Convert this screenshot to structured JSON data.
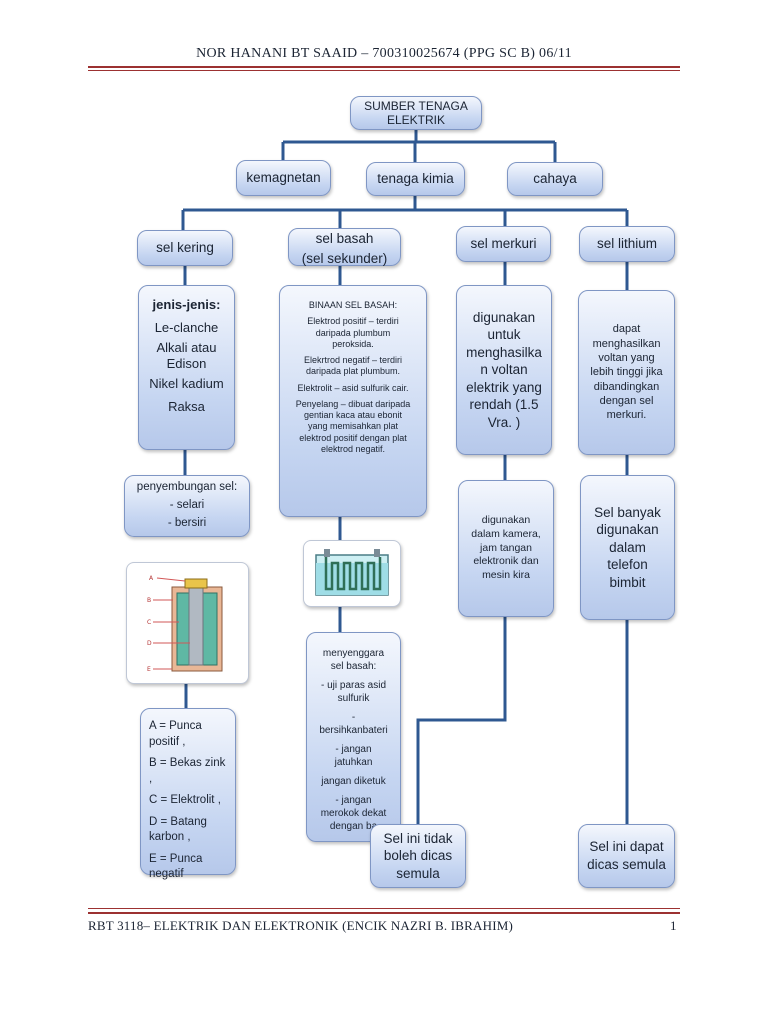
{
  "header": {
    "title": "NOR HANANI BT SAAID – 700310025674 (PPG SC B) 06/11"
  },
  "footer": {
    "course": "RBT 3118– ELEKTRIK DAN ELEKTRONIK (ENCIK NAZRI B. IBRAHIM)",
    "page": "1"
  },
  "root": {
    "line1": "SUMBER TENAGA",
    "line2": "ELEKTRIK"
  },
  "sources": {
    "kemagnetan": "kemagnetan",
    "kimia": "tenaga kimia",
    "cahaya": "cahaya"
  },
  "cells": {
    "kering": "sel kering",
    "basah_1": "sel basah",
    "basah_2": "(sel sekunder)",
    "merkuri": "sel merkuri",
    "lithium": "sel lithium"
  },
  "jenis": {
    "title": "jenis-jenis:",
    "items": [
      "Le-clanche",
      "Alkali atau",
      "Edison",
      "Nikel kadium",
      "Raksa"
    ]
  },
  "penyembungan": {
    "title": "penyembungan sel:",
    "items": [
      "- selari",
      "- bersiri"
    ]
  },
  "diagram_labels": {
    "a": "A",
    "b": "B",
    "c": "C",
    "d": "D",
    "e": "E"
  },
  "legend": [
    "A = Punca",
    "positif ,",
    "B = Bekas zink ,",
    "C = Elektrolit ,",
    "D = Batang",
    "karbon ,",
    "E = Punca",
    "negatif"
  ],
  "binaan": {
    "title": "BINAAN SEL BASAH:",
    "p1": [
      "Elektrod positif – terdiri",
      "daripada plumbum",
      "peroksida."
    ],
    "p2": [
      "Elekrtrod negatif – terdiri",
      "daripada plat plumbum."
    ],
    "p3": [
      "Elektrolit – asid sulfurik cair."
    ],
    "p4": [
      "Penyelang – dibuat daripada",
      "gentian kaca atau ebonit",
      "yang memisahkan plat",
      "elektrod positif dengan plat",
      "elektrod negatif."
    ]
  },
  "jaga": {
    "lines": [
      "menyenggara",
      "sel basah:",
      "- uji paras asid",
      "sulfurik",
      "-",
      "bersihkanbateri",
      "- jangan",
      "jatuhkan",
      "jangan diketuk",
      "- jangan",
      "merokok dekat",
      "dengan ba"
    ]
  },
  "merkuri_use": [
    "digunakan",
    "untuk",
    "menghasilka",
    "n voltan",
    "elektrik yang",
    "rendah (1.5",
    "Vra. )"
  ],
  "merkuri_app": [
    "digunakan",
    "dalam kamera,",
    "jam tangan",
    "elektronik dan",
    "mesin kira"
  ],
  "merkuri_note": [
    "Sel ini tidak",
    "boleh dicas",
    "semula"
  ],
  "lithium_use": [
    "dapat",
    "menghasilkan",
    "voltan yang",
    "lebih tinggi jika",
    "dibandingkan",
    "dengan sel",
    "merkuri."
  ],
  "lithium_app": [
    "Sel banyak",
    "digunakan",
    "dalam",
    "telefon",
    "bimbit"
  ],
  "lithium_note": [
    "Sel ini dapat",
    "dicas semula"
  ]
}
